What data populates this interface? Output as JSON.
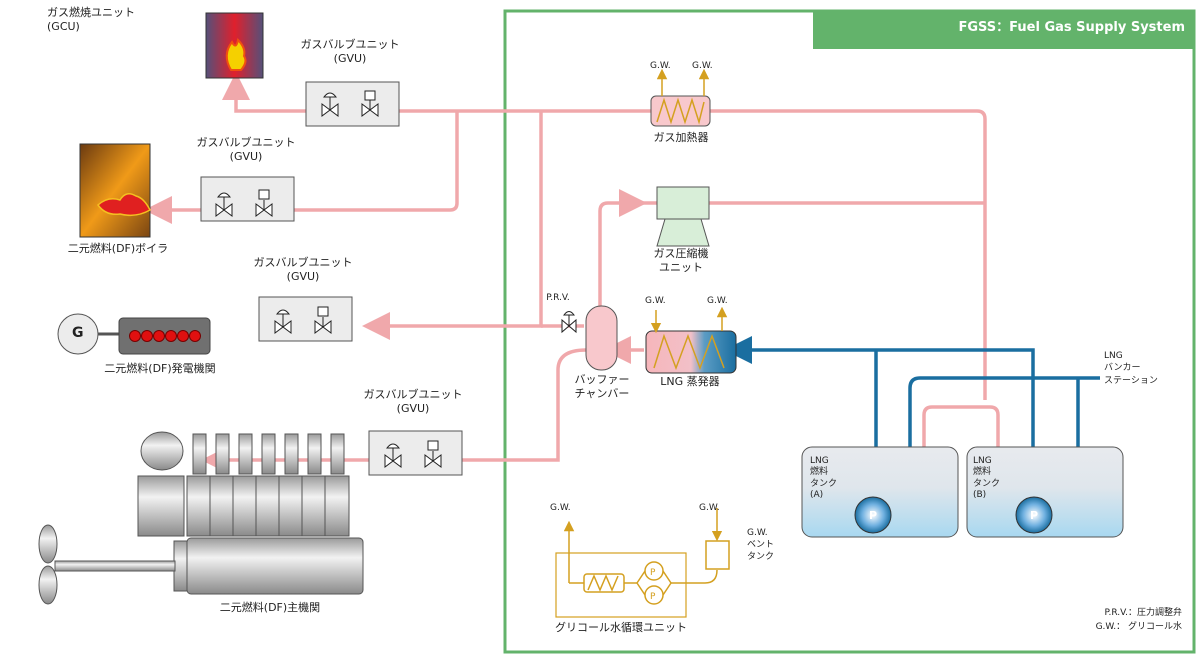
{
  "title": "FGSS：Fuel Gas Supply System",
  "labels": {
    "gcu": "ガス燃焼ユニット",
    "gcu_abbr": "(GCU)",
    "gvu": "ガスバルブユニット",
    "gvu_abbr": "(GVU)",
    "boiler": "二元燃料(DF)ボイラ",
    "generator": "二元燃料(DF)発電機関",
    "generator_g": "G",
    "main_engine": "二元燃料(DF)主機関",
    "gas_heater": "ガス加熱器",
    "compressor_1": "ガス圧縮機",
    "compressor_2": "ユニット",
    "vaporizer": "LNG 蒸発器",
    "buffer_1": "バッファー",
    "buffer_2": "チャンバー",
    "prv": "P.R.V.",
    "gw": "G.W.",
    "tank_a": [
      "LNG",
      "燃料",
      "タンク",
      "(A)"
    ],
    "tank_b": [
      "LNG",
      "燃料",
      "タンク",
      "(B)"
    ],
    "pump": "P",
    "bunker_1": "LNG",
    "bunker_2": "バンカー",
    "bunker_3": "ステーション",
    "vent_1": "G.W.",
    "vent_2": "ベント",
    "vent_3": "タンク",
    "glycol_unit": "グリコール水循環ユニット",
    "legend_prv": "P.R.V.：圧力調整弁",
    "legend_gw": "G.W.：  グリコール水"
  },
  "colors": {
    "gas_line": "#f0a8ab",
    "lng_line": "#1a6ea0",
    "gw_line": "#d4a020",
    "frame": "#63b36b"
  }
}
